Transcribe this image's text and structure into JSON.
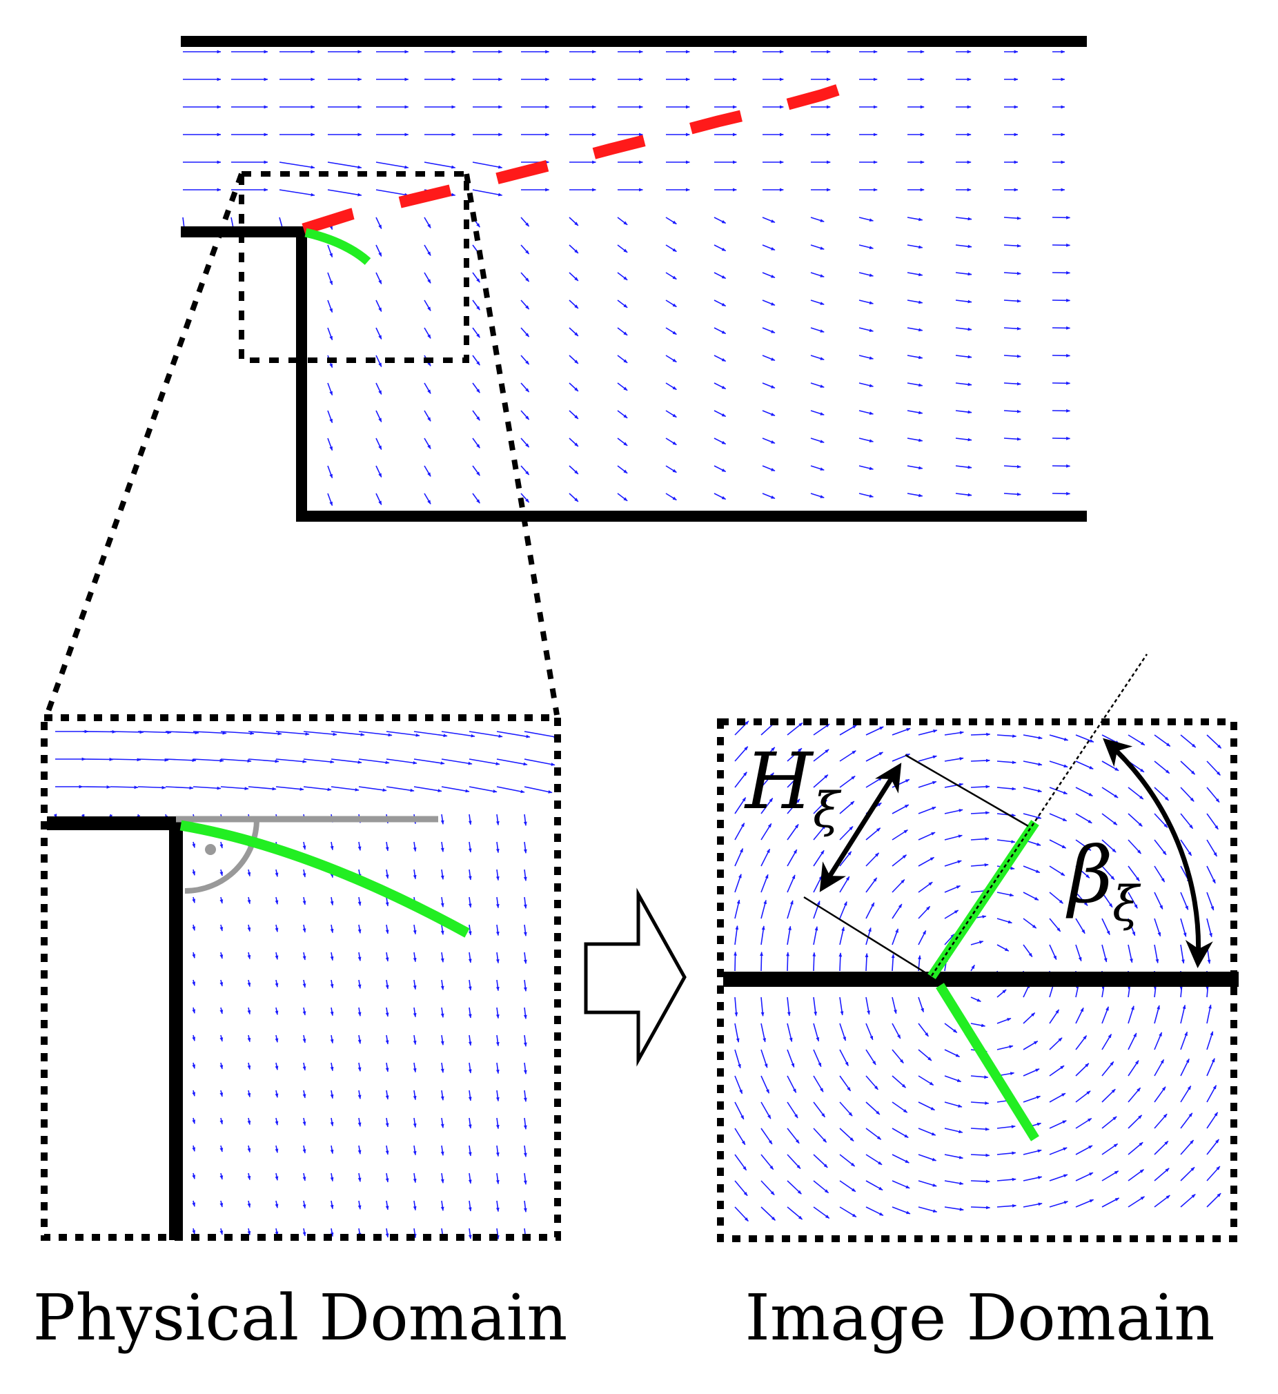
{
  "captions": {
    "physical": "Physical Domain",
    "image": "Image Domain"
  },
  "symbols": {
    "height": "H",
    "height_sub": "ξ",
    "angle": "β",
    "angle_sub": "ξ"
  },
  "colors": {
    "wall": "#000000",
    "vector": "#1a1aff",
    "separation_line": "#ff1a1a",
    "wake_segment": "#22ee22",
    "reference": "#999999"
  },
  "icons": {
    "transform": "hollow-right-arrow-icon",
    "dimension": "double-headed-arrow-icon"
  }
}
